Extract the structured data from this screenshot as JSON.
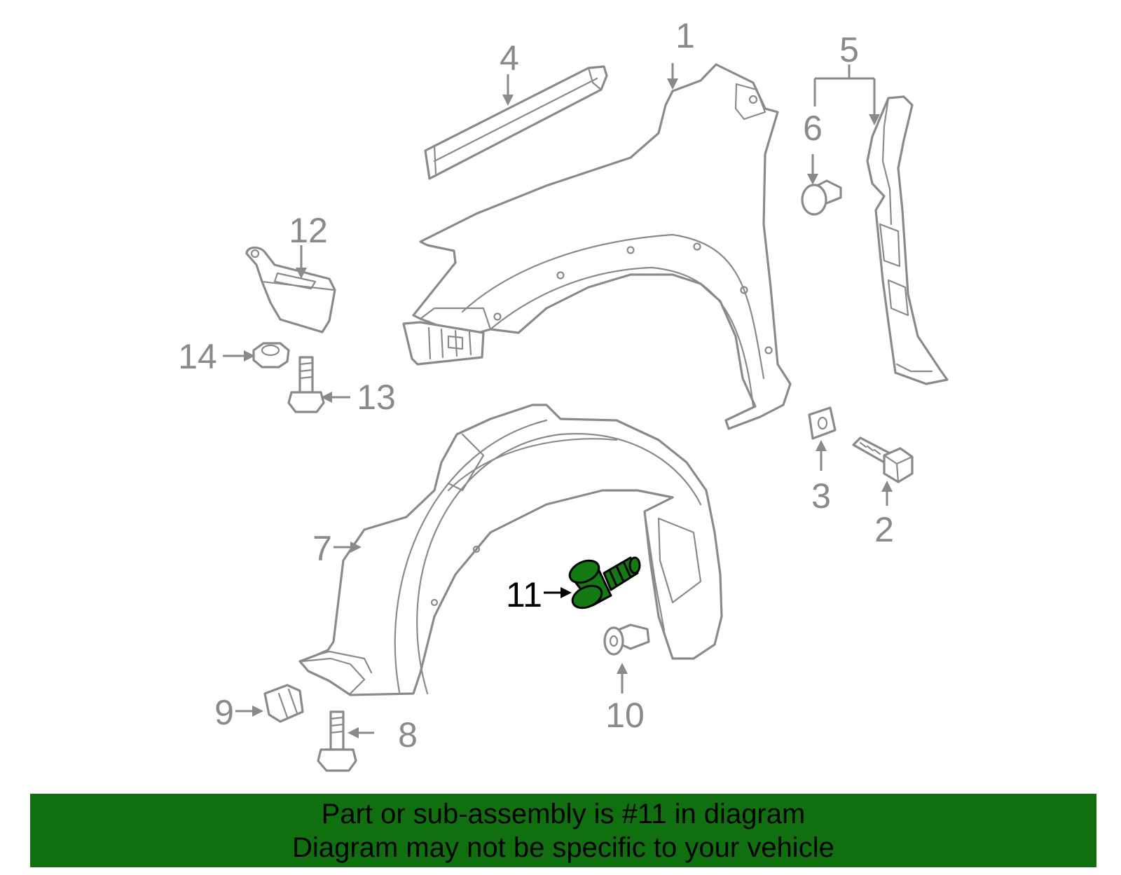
{
  "diagram": {
    "callouts": [
      "1",
      "2",
      "3",
      "4",
      "5",
      "6",
      "7",
      "8",
      "9",
      "10",
      "11",
      "12",
      "13",
      "14"
    ],
    "highlighted_callout": "11",
    "colors": {
      "line": "#8a8a8a",
      "highlight_fill": "#147a14",
      "banner_bg": "#107010",
      "banner_text": "#000000"
    }
  },
  "banner": {
    "line1": "Part or sub-assembly is #11 in diagram",
    "line2": "Diagram may not be specific to your vehicle"
  }
}
